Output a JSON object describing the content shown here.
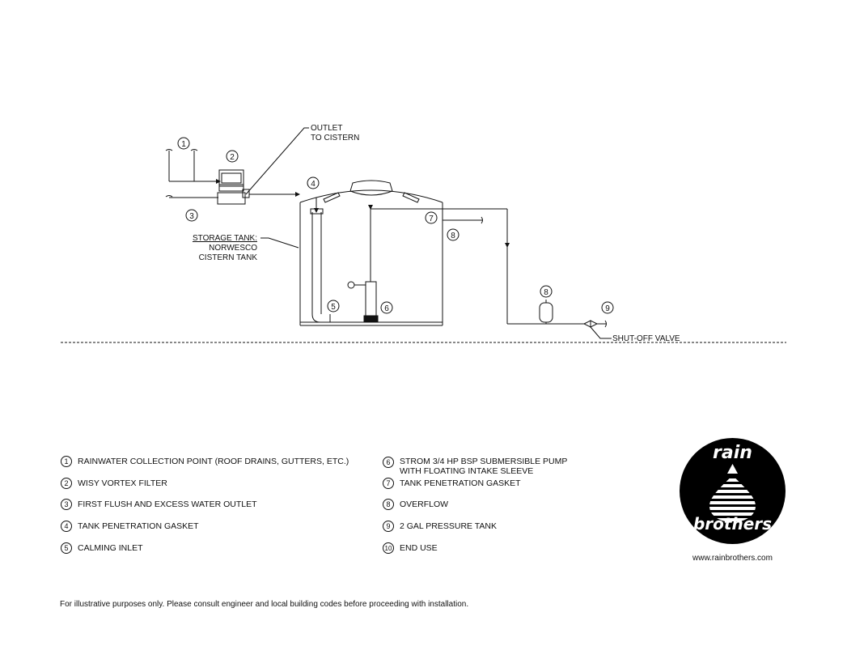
{
  "diagram": {
    "callouts": {
      "outlet": [
        "OUTLET",
        "TO CISTERN"
      ],
      "storage": [
        "STORAGE TANK:",
        "NORWESCO",
        "CISTERN TANK"
      ],
      "shutoff": "SHUT-OFF VALVE"
    },
    "markers": [
      "1",
      "2",
      "3",
      "4",
      "5",
      "6",
      "7",
      "8",
      "8",
      "9"
    ]
  },
  "legend": {
    "left": [
      {
        "num": "1",
        "text": "RAINWATER COLLECTION POINT (ROOF DRAINS, GUTTERS, ETC.)"
      },
      {
        "num": "2",
        "text": "WISY VORTEX FILTER"
      },
      {
        "num": "3",
        "text": "FIRST FLUSH AND EXCESS WATER OUTLET"
      },
      {
        "num": "4",
        "text": "TANK PENETRATION GASKET"
      },
      {
        "num": "5",
        "text": "CALMING INLET"
      }
    ],
    "right": [
      {
        "num": "6",
        "text": "STROM 3/4 HP BSP SUBMERSIBLE PUMP",
        "text2": "WITH FLOATING INTAKE SLEEVE"
      },
      {
        "num": "7",
        "text": "TANK PENETRATION GASKET"
      },
      {
        "num": "8",
        "text": "OVERFLOW"
      },
      {
        "num": "9",
        "text": "2 GAL PRESSURE TANK"
      },
      {
        "num": "10",
        "text": "END USE"
      }
    ]
  },
  "logo": {
    "top": "rain",
    "bottom": "brothers",
    "url": "www.rainbrothers.com"
  },
  "disclaimer": "For illustrative purposes only. Please consult engineer and local building codes before proceeding with installation."
}
